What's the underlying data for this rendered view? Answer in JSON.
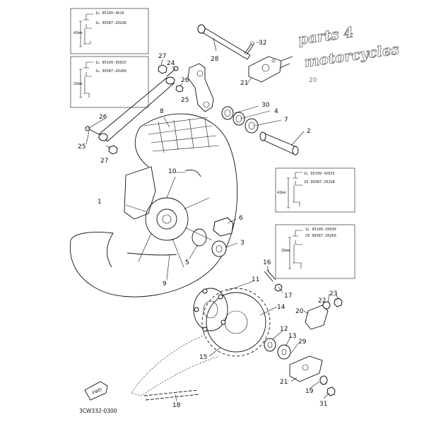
{
  "watermark": {
    "line1": "parts 4",
    "line2": "motorcycles",
    "number": "20"
  },
  "callouts": [
    {
      "key": "p32",
      "text": "32"
    },
    {
      "key": "p28",
      "text": "28"
    },
    {
      "key": "p27a",
      "text": "27"
    },
    {
      "key": "p24",
      "text": "24"
    },
    {
      "key": "p26a",
      "text": "26"
    },
    {
      "key": "p25a",
      "text": "25"
    },
    {
      "key": "p21a",
      "text": "21"
    },
    {
      "key": "p30",
      "text": "30"
    },
    {
      "key": "p4",
      "text": "4"
    },
    {
      "key": "p7",
      "text": "7"
    },
    {
      "key": "p2",
      "text": "2"
    },
    {
      "key": "p8",
      "text": "8"
    },
    {
      "key": "p26b",
      "text": "26"
    },
    {
      "key": "p25b",
      "text": "25"
    },
    {
      "key": "p27b",
      "text": "27"
    },
    {
      "key": "p10",
      "text": "10"
    },
    {
      "key": "p1",
      "text": "1"
    },
    {
      "key": "p6",
      "text": "6"
    },
    {
      "key": "p5",
      "text": "5"
    },
    {
      "key": "p3",
      "text": "3"
    },
    {
      "key": "p9",
      "text": "9"
    },
    {
      "key": "p16",
      "text": "16"
    },
    {
      "key": "p17",
      "text": "17"
    },
    {
      "key": "p11",
      "text": "11"
    },
    {
      "key": "p14",
      "text": "14"
    },
    {
      "key": "p22",
      "text": "22"
    },
    {
      "key": "p23",
      "text": "23"
    },
    {
      "key": "p20",
      "text": "20"
    },
    {
      "key": "p12",
      "text": "12"
    },
    {
      "key": "p13",
      "text": "13"
    },
    {
      "key": "p29",
      "text": "29"
    },
    {
      "key": "p15",
      "text": "15"
    },
    {
      "key": "p21b",
      "text": "21"
    },
    {
      "key": "p19",
      "text": "19"
    },
    {
      "key": "p31",
      "text": "31"
    },
    {
      "key": "p18",
      "text": "18"
    }
  ],
  "spec_boxes": [
    {
      "key": "box1",
      "line1": "1L 95109-4616",
      "line2": "1L 90387-202U8",
      "dim": "42mm"
    },
    {
      "key": "box2",
      "line1": "1L 95109-35025",
      "line2": "1L 90387-202K0",
      "dim": "32mm"
    },
    {
      "key": "box3",
      "line1": "1L 95109-42025",
      "line2": "29 90387-202U8",
      "dim": "42mm"
    },
    {
      "key": "box4",
      "line1": "1L 95109-35030",
      "line2": "29 90387-202K0",
      "dim": "35mm"
    }
  ],
  "front_label": "FWD",
  "catalog_number": "3CW332-0300"
}
